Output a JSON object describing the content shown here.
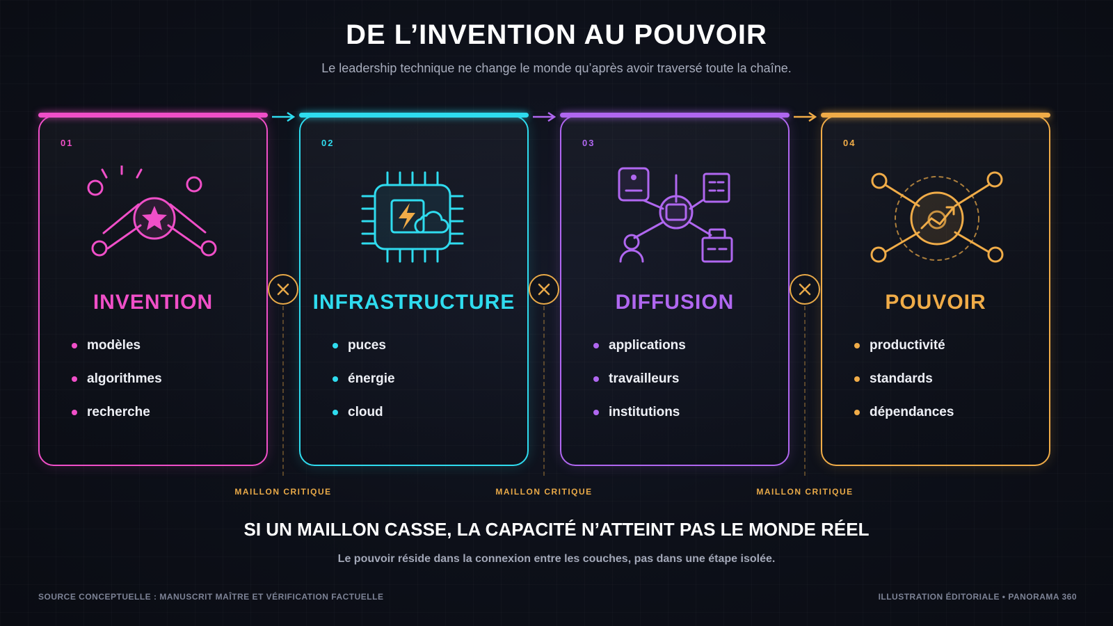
{
  "header": {
    "title": "DE L’INVENTION AU POUVOIR",
    "subtitle": "Le leadership technique ne change le monde qu’après avoir traversé toute la chaîne."
  },
  "cards": [
    {
      "num": "01",
      "title": "INVENTION",
      "color": "#f04fc8",
      "icon": "star-network-icon",
      "items": [
        "modèles",
        "algorithmes",
        "recherche"
      ]
    },
    {
      "num": "02",
      "title": "INFRASTRUCTURE",
      "color": "#2fdcef",
      "icon": "chip-cloud-icon",
      "items": [
        "puces",
        "énergie",
        "cloud"
      ]
    },
    {
      "num": "03",
      "title": "DIFFUSION",
      "color": "#b067f0",
      "icon": "people-devices-network-icon",
      "items": [
        "applications",
        "travailleurs",
        "institutions"
      ]
    },
    {
      "num": "04",
      "title": "POUVOIR",
      "color": "#f0ac48",
      "icon": "growth-network-icon",
      "items": [
        "productivité",
        "standards",
        "dépendances"
      ]
    }
  ],
  "links": {
    "label": "MAILLON CRITIQUE",
    "color": "#e8a948",
    "icon": "cross-icon"
  },
  "conclusion": {
    "headline": "SI UN MAILLON CASSE, LA CAPACITÉ N’ATTEINT PAS LE MONDE RÉEL",
    "subline": "Le pouvoir réside dans la connexion entre les couches, pas dans une étape isolée."
  },
  "footer": {
    "left": "SOURCE CONCEPTUELLE : MANUSCRIT MAÎTRE ET VÉRIFICATION FACTUELLE",
    "right": "ILLUSTRATION ÉDITORIALE • PANORAMA 360"
  }
}
